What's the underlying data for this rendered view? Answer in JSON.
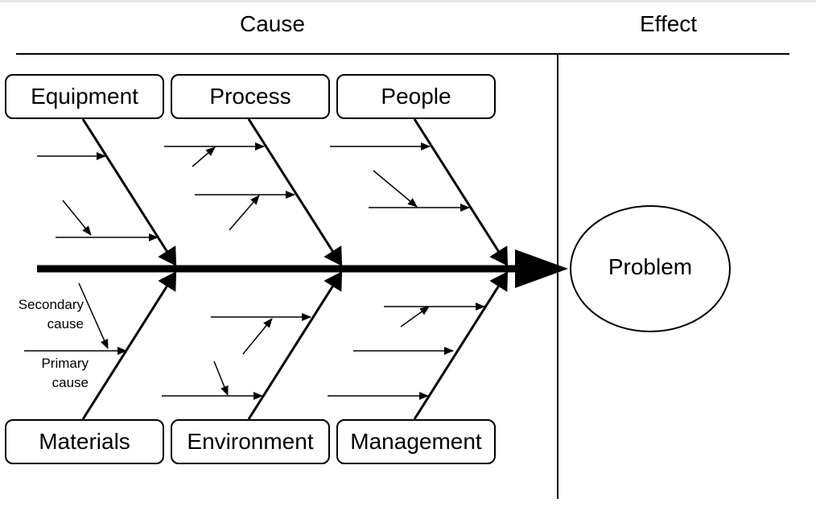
{
  "headers": {
    "cause": "Cause",
    "effect": "Effect"
  },
  "categories": {
    "top": [
      "Equipment",
      "Process",
      "People"
    ],
    "bottom": [
      "Materials",
      "Environment",
      "Management"
    ]
  },
  "legend": {
    "secondary_cause": [
      "Secondary",
      "cause"
    ],
    "primary_cause": [
      "Primary",
      "cause"
    ]
  },
  "effect": {
    "label": "Problem"
  }
}
